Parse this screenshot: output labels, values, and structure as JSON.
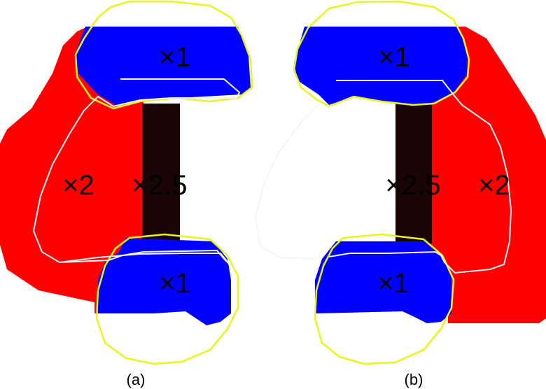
{
  "panels": [
    {
      "caption": "(a)",
      "labels": {
        "top": "×1",
        "left": "×2",
        "center": "×2.5",
        "bottom": "×1"
      }
    },
    {
      "caption": "(b)",
      "labels": {
        "top": "×1",
        "center": "×2.5",
        "right": "×2",
        "bottom": "×1"
      }
    }
  ],
  "colors": {
    "background": "#ffffff",
    "red_region": "#ff0000",
    "blue_region": "#0000ff",
    "bar": "#1a0505",
    "yellow_outline": "#e8f51a",
    "white_outline": "#f2f2f2",
    "text": "#000000"
  }
}
